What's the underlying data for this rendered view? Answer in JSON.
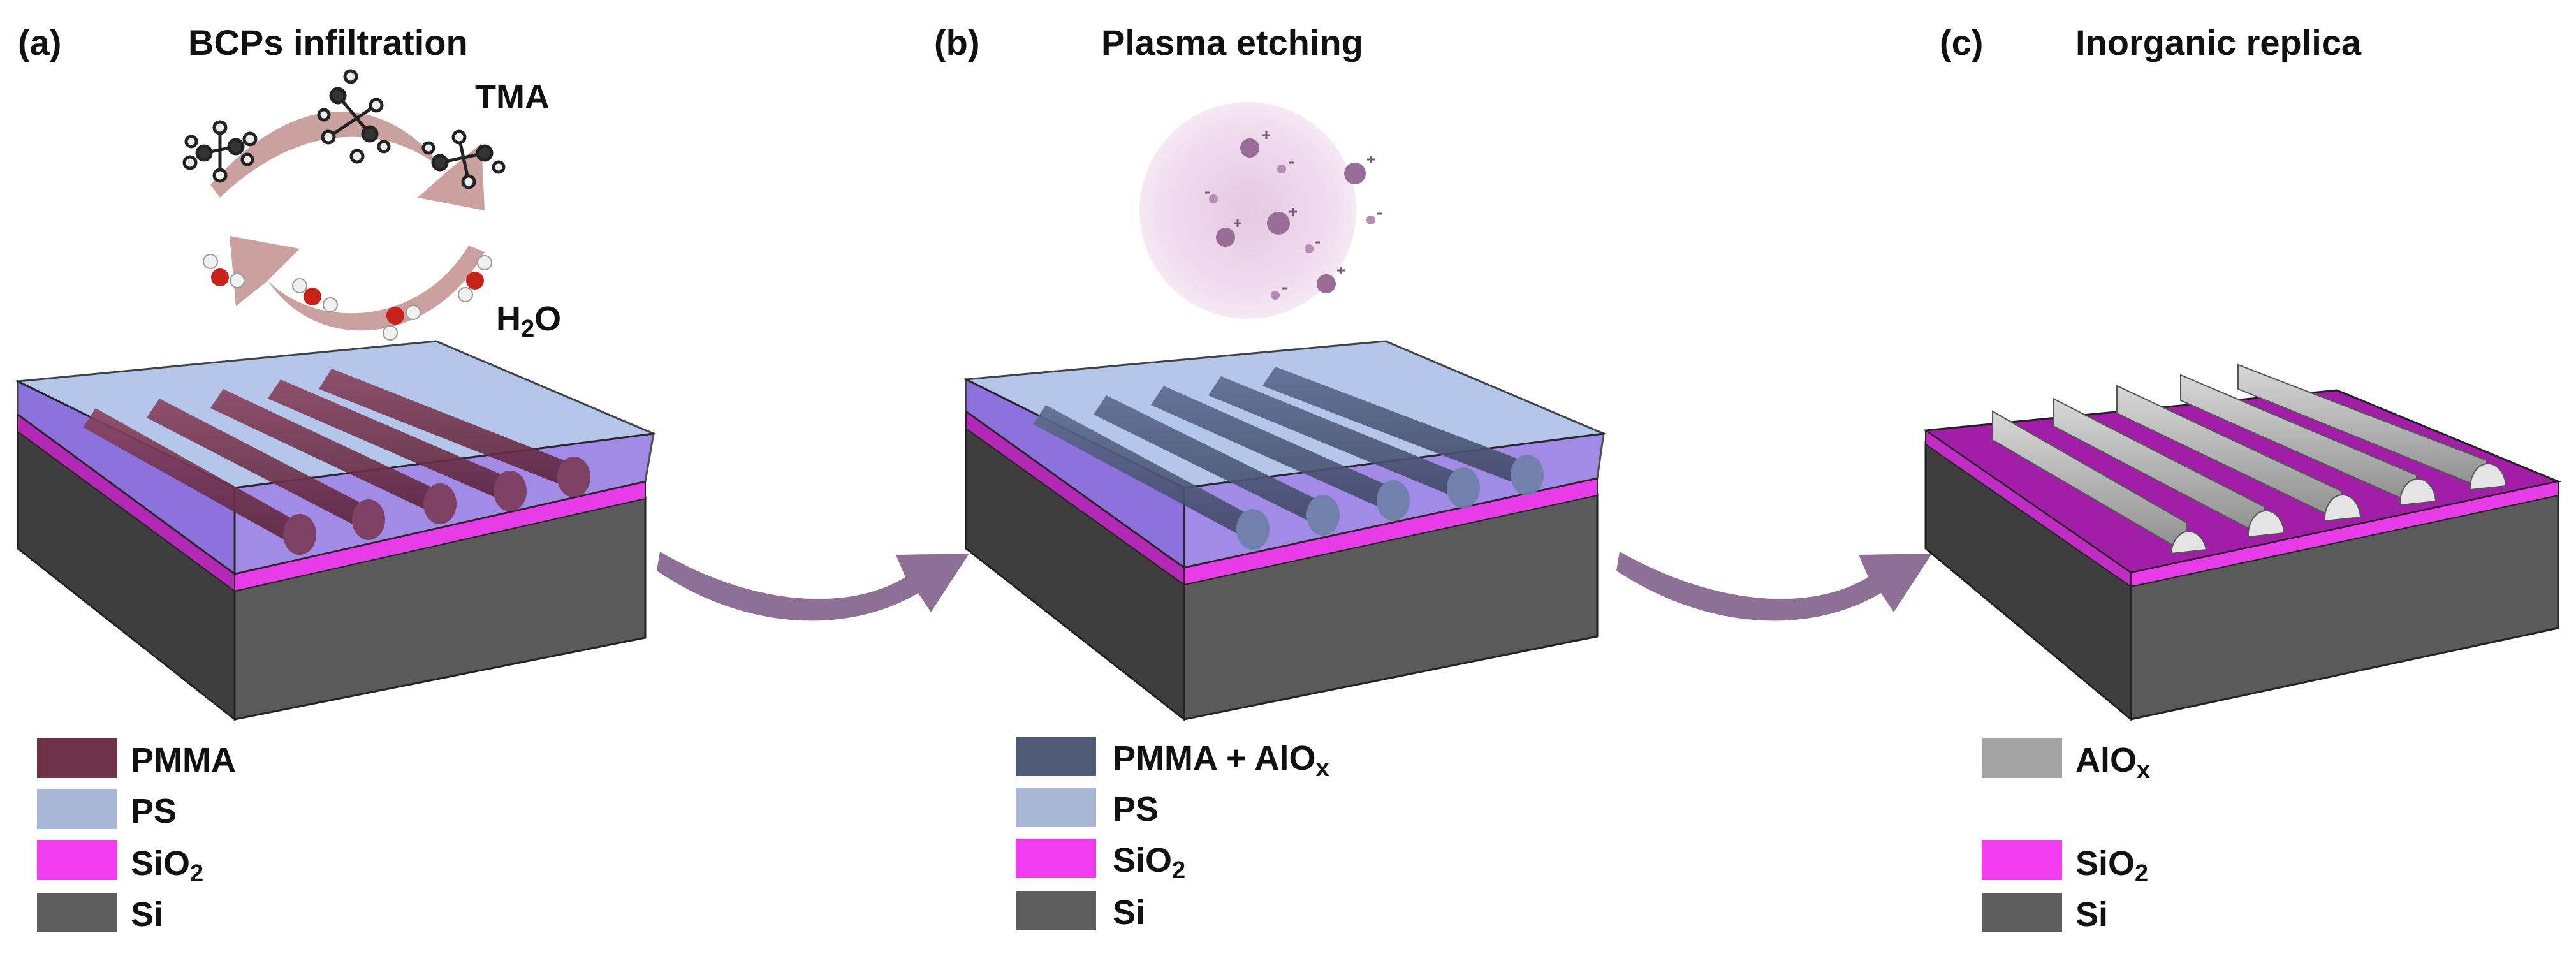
{
  "panels": [
    {
      "letter": "(a)",
      "title": "BCPs infiltration",
      "precursors": {
        "top": "TMA",
        "bottom_main": "H",
        "bottom_sub": "2",
        "bottom_tail": "O"
      },
      "legend": [
        {
          "text": "PMMA",
          "sub": "",
          "color": "#6f3349"
        },
        {
          "text": "PS",
          "sub": "",
          "color": "#a9b7d6"
        },
        {
          "text": "SiO",
          "sub": "2",
          "color": "#f23cf0"
        },
        {
          "text": "Si",
          "sub": "",
          "color": "#5e5e5e"
        }
      ]
    },
    {
      "letter": "(b)",
      "title": "Plasma etching",
      "legend": [
        {
          "text": "PMMA + AlO",
          "sub": "x",
          "color": "#4f5a78"
        },
        {
          "text": "PS",
          "sub": "",
          "color": "#a9b7d6"
        },
        {
          "text": "SiO",
          "sub": "2",
          "color": "#f23cf0"
        },
        {
          "text": "Si",
          "sub": "",
          "color": "#5e5e5e"
        }
      ]
    },
    {
      "letter": "(c)",
      "title": "Inorganic replica",
      "legend": [
        {
          "text": "AlO",
          "sub": "x",
          "color": "#a3a3a3"
        },
        {
          "text": "SiO",
          "sub": "2",
          "color": "#f23cf0"
        },
        {
          "text": "Si",
          "sub": "",
          "color": "#5e5e5e"
        }
      ]
    }
  ],
  "colors": {
    "si_top": "#4a4a4a",
    "si_front": "#5a5a5a",
    "si_side": "#3a3a3a",
    "sio2": "#e83ce8",
    "sio2_dark": "#a21ea8",
    "ps_box": "#a8bde6",
    "pmma": "#6f3349",
    "pmma_alox": "#4f5a78",
    "alox": "#b8b8b8",
    "arrow": "#8e6f95",
    "plasma": "#eedaeb",
    "ion": "#9a6d98",
    "cycle_arrow": "#c79c99"
  }
}
